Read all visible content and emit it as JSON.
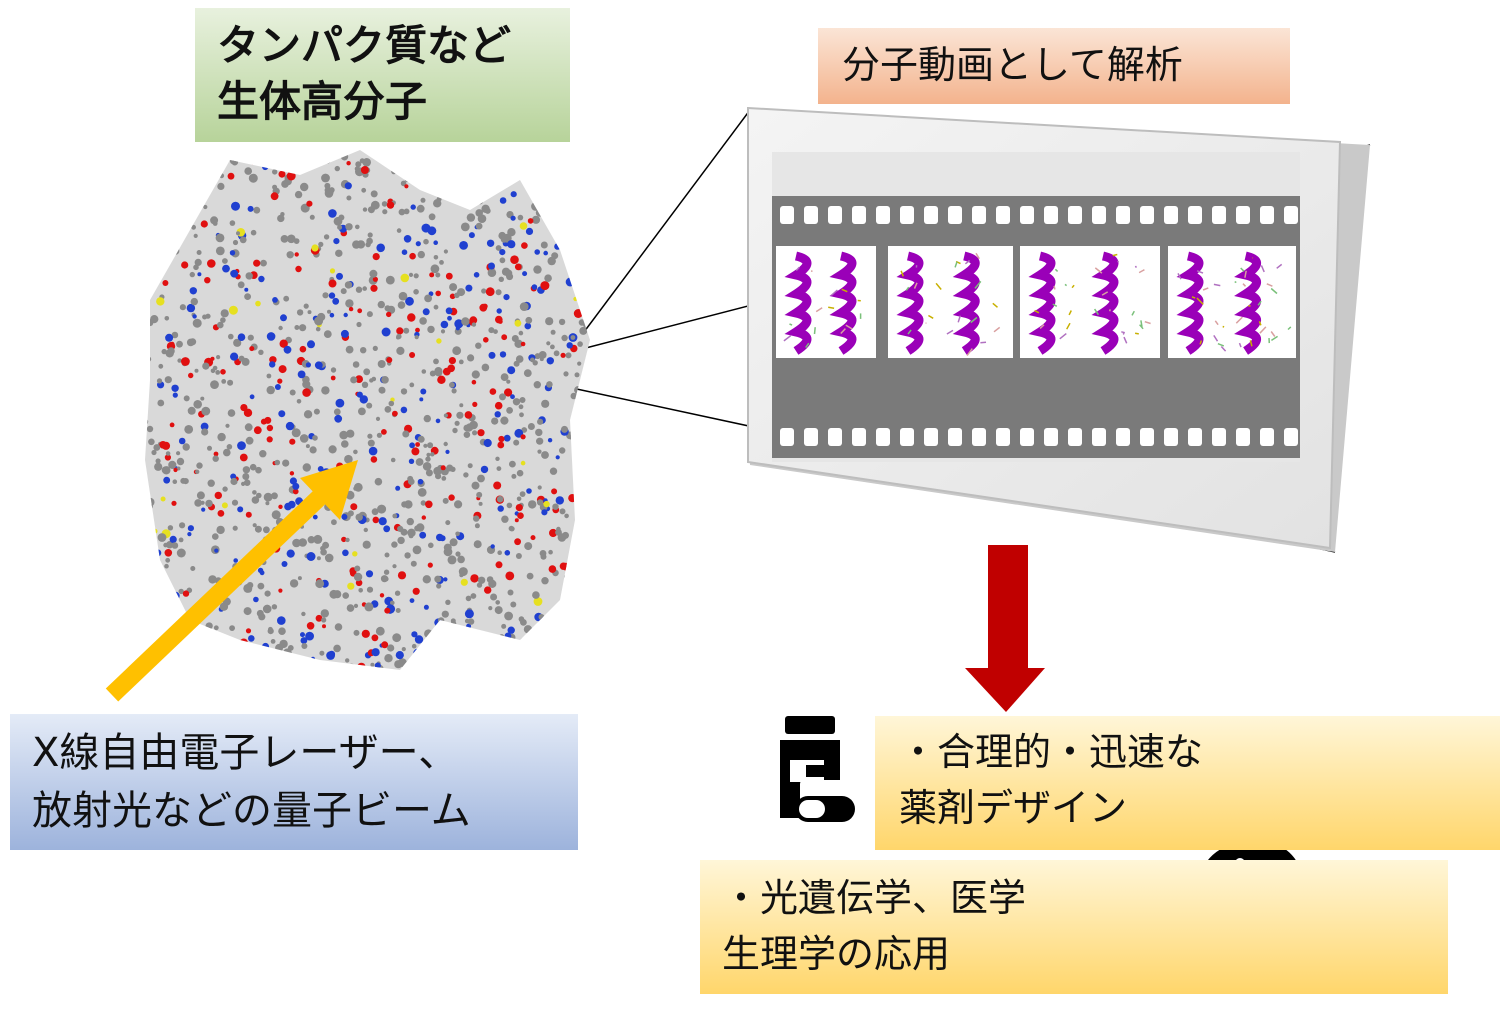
{
  "labels": {
    "biomolecule": [
      "タンパク質など",
      "生体高分子"
    ],
    "movie": "分子動画として解析",
    "beam": [
      "X線自由電子レーザー、",
      "放射光などの量子ビーム"
    ],
    "drug": [
      "・合理的・迅速な",
      "薬剤デザイン"
    ],
    "neuro": [
      "・光遺伝学、医学",
      "生理学の応用"
    ]
  },
  "colors": {
    "arrow_xray": "#ffc000",
    "arrow_down": "#c00000",
    "atom_carbon": "#8a8a8a",
    "atom_oxygen": "#e01010",
    "atom_nitrogen": "#2040d0",
    "atom_sulfur": "#e6e020",
    "helix": "#9a00b8",
    "film": "#7a7a7a"
  },
  "icons": {
    "pill_bottle": "pill-bottle-icon",
    "brain_head": "brain-head-icon"
  }
}
